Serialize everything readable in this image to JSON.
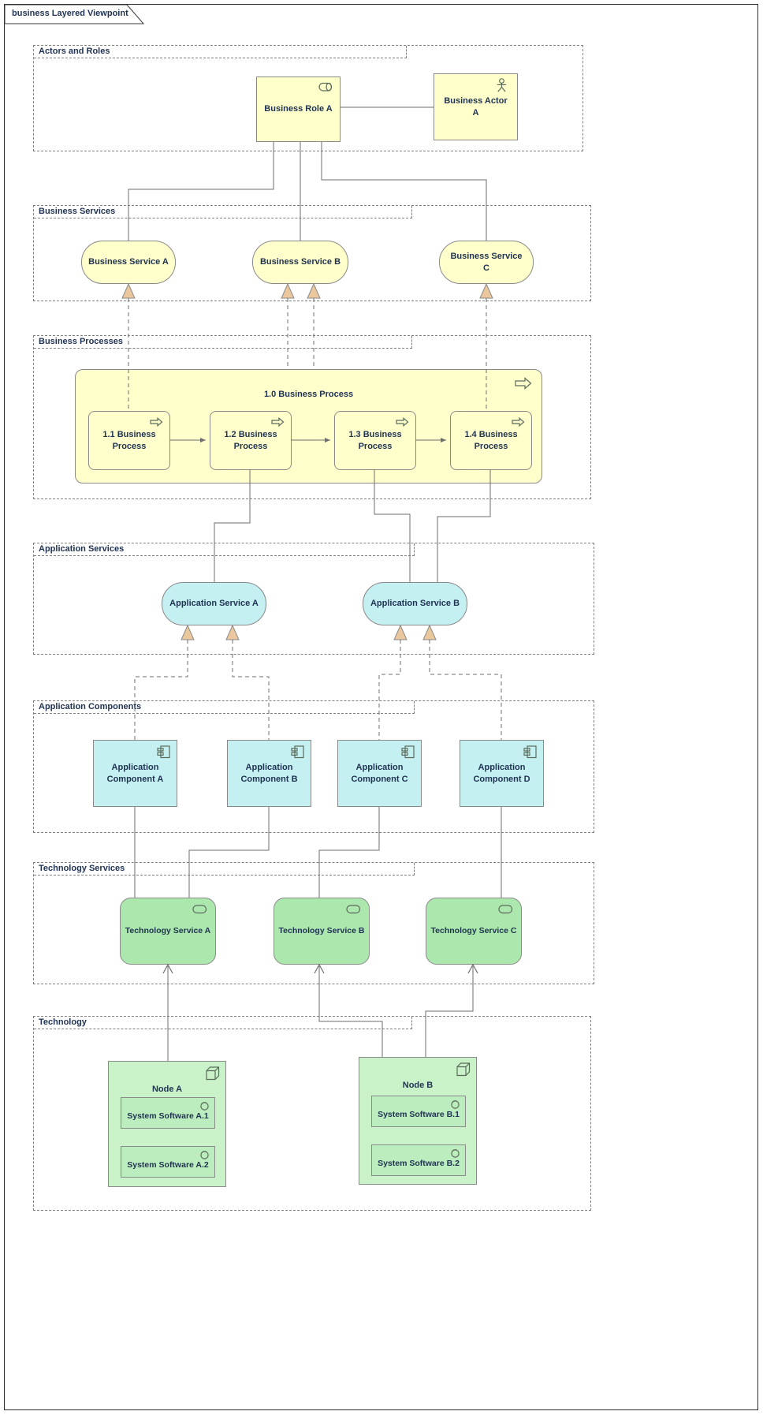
{
  "frame": {
    "title": "business Layered Viewpoint"
  },
  "groups": {
    "actors_and_roles": {
      "label": "Actors and Roles"
    },
    "business_services": {
      "label": "Business Services"
    },
    "business_processes": {
      "label": "Business Processes"
    },
    "application_services": {
      "label": "Application Services"
    },
    "application_components": {
      "label": "Application Components"
    },
    "technology_services": {
      "label": "Technology Services"
    },
    "technology": {
      "label": "Technology"
    }
  },
  "elements": {
    "business_role_a": {
      "label": "Business Role A"
    },
    "business_actor_a": {
      "label": "Business Actor A"
    },
    "business_service_a": {
      "label": "Business Service A"
    },
    "business_service_b": {
      "label": "Business Service B"
    },
    "business_service_c": {
      "label": "Business Service C"
    },
    "process_1_0": {
      "label": "1.0 Business Process"
    },
    "process_1_1": {
      "label": "1.1 Business Process"
    },
    "process_1_2": {
      "label": "1.2 Business Process"
    },
    "process_1_3": {
      "label": "1.3 Business Process"
    },
    "process_1_4": {
      "label": "1.4 Business Process"
    },
    "application_service_a": {
      "label": "Application Service A"
    },
    "application_service_b": {
      "label": "Application Service B"
    },
    "application_component_a": {
      "label": "Application Component A"
    },
    "application_component_b": {
      "label": "Application Component B"
    },
    "application_component_c": {
      "label": "Application Component C"
    },
    "application_component_d": {
      "label": "Application Component D"
    },
    "technology_service_a": {
      "label": "Technology Service A"
    },
    "technology_service_b": {
      "label": "Technology Service B"
    },
    "technology_service_c": {
      "label": "Technology Service C"
    },
    "node_a": {
      "label": "Node A"
    },
    "node_b": {
      "label": "Node B"
    },
    "system_software_a1": {
      "label": "System Software A.1"
    },
    "system_software_a2": {
      "label": "System Software A.2"
    },
    "system_software_b1": {
      "label": "System Software B.1"
    },
    "system_software_b2": {
      "label": "System Software B.2"
    }
  },
  "icons": {
    "business_role": "role-cylinder-icon",
    "business_actor": "actor-stick-figure-icon",
    "business_process": "process-arrow-icon",
    "application_component": "component-icon",
    "technology_service": "service-oval-icon",
    "node": "node-cube-icon",
    "system_software": "system-software-circle-icon"
  },
  "colors": {
    "business_fill": "#FFFFCC",
    "application_fill": "#C4F0F2",
    "technology_service_fill": "#ACE7AE",
    "node_fill": "#C9F2C9",
    "system_software_fill": "#BCEDBE",
    "realization_arrowhead": "#EBC79E",
    "connector_line": "#6e6e6e",
    "group_border": "#808080",
    "text": "#1f3251"
  },
  "relationships": [
    {
      "source": "Business Actor A",
      "target": "Business Role A",
      "type": "association"
    },
    {
      "source": "Business Role A",
      "target": "Business Service A",
      "type": "assignment"
    },
    {
      "source": "Business Role A",
      "target": "Business Service B",
      "type": "assignment"
    },
    {
      "source": "Business Role A",
      "target": "Business Service C",
      "type": "assignment"
    },
    {
      "source": "1.1 Business Process",
      "target": "Business Service A",
      "type": "realization"
    },
    {
      "source": "1.0 Business Process",
      "target": "Business Service B",
      "type": "realization"
    },
    {
      "source": "1.2 Business Process",
      "target": "Business Service B",
      "type": "realization"
    },
    {
      "source": "1.4 Business Process",
      "target": "Business Service C",
      "type": "realization"
    },
    {
      "source": "1.1 Business Process",
      "target": "1.2 Business Process",
      "type": "flow"
    },
    {
      "source": "1.2 Business Process",
      "target": "1.3 Business Process",
      "type": "flow"
    },
    {
      "source": "1.3 Business Process",
      "target": "1.4 Business Process",
      "type": "flow"
    },
    {
      "source": "1.2 Business Process",
      "target": "Application Service A",
      "type": "serving"
    },
    {
      "source": "1.3 Business Process",
      "target": "Application Service B",
      "type": "serving"
    },
    {
      "source": "1.4 Business Process",
      "target": "Application Service B",
      "type": "serving"
    },
    {
      "source": "Application Component A",
      "target": "Application Service A",
      "type": "realization"
    },
    {
      "source": "Application Component B",
      "target": "Application Service A",
      "type": "realization"
    },
    {
      "source": "Application Component C",
      "target": "Application Service B",
      "type": "realization"
    },
    {
      "source": "Application Component D",
      "target": "Application Service B",
      "type": "realization"
    },
    {
      "source": "Application Component A",
      "target": "Technology Service A",
      "type": "serving"
    },
    {
      "source": "Application Component B",
      "target": "Technology Service A",
      "type": "serving"
    },
    {
      "source": "Application Component C",
      "target": "Technology Service B",
      "type": "serving"
    },
    {
      "source": "Application Component D",
      "target": "Technology Service C",
      "type": "serving"
    },
    {
      "source": "Node A",
      "target": "Technology Service A",
      "type": "assignment"
    },
    {
      "source": "Node B",
      "target": "Technology Service B",
      "type": "assignment"
    },
    {
      "source": "Node B",
      "target": "Technology Service C",
      "type": "assignment"
    }
  ]
}
